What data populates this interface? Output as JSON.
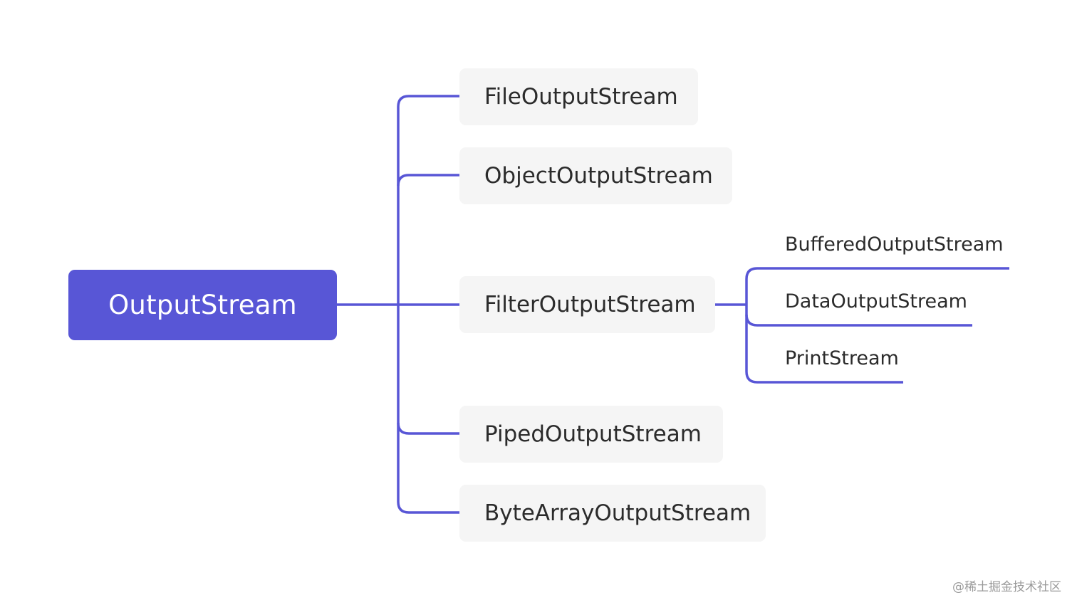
{
  "diagram": {
    "root": {
      "label": "OutputStream"
    },
    "children": [
      {
        "label": "FileOutputStream"
      },
      {
        "label": "ObjectOutputStream"
      },
      {
        "label": "FilterOutputStream",
        "children": [
          {
            "label": "BufferedOutputStream"
          },
          {
            "label": "DataOutputStream"
          },
          {
            "label": "PrintStream"
          }
        ]
      },
      {
        "label": "PipedOutputStream"
      },
      {
        "label": "ByteArrayOutputStream"
      }
    ]
  },
  "colors": {
    "accent": "#5856d6",
    "node_background": "#f5f5f5",
    "text": "#2b2b2b",
    "watermark": "#9a9a9a"
  },
  "watermark": "@稀土掘金技术社区"
}
